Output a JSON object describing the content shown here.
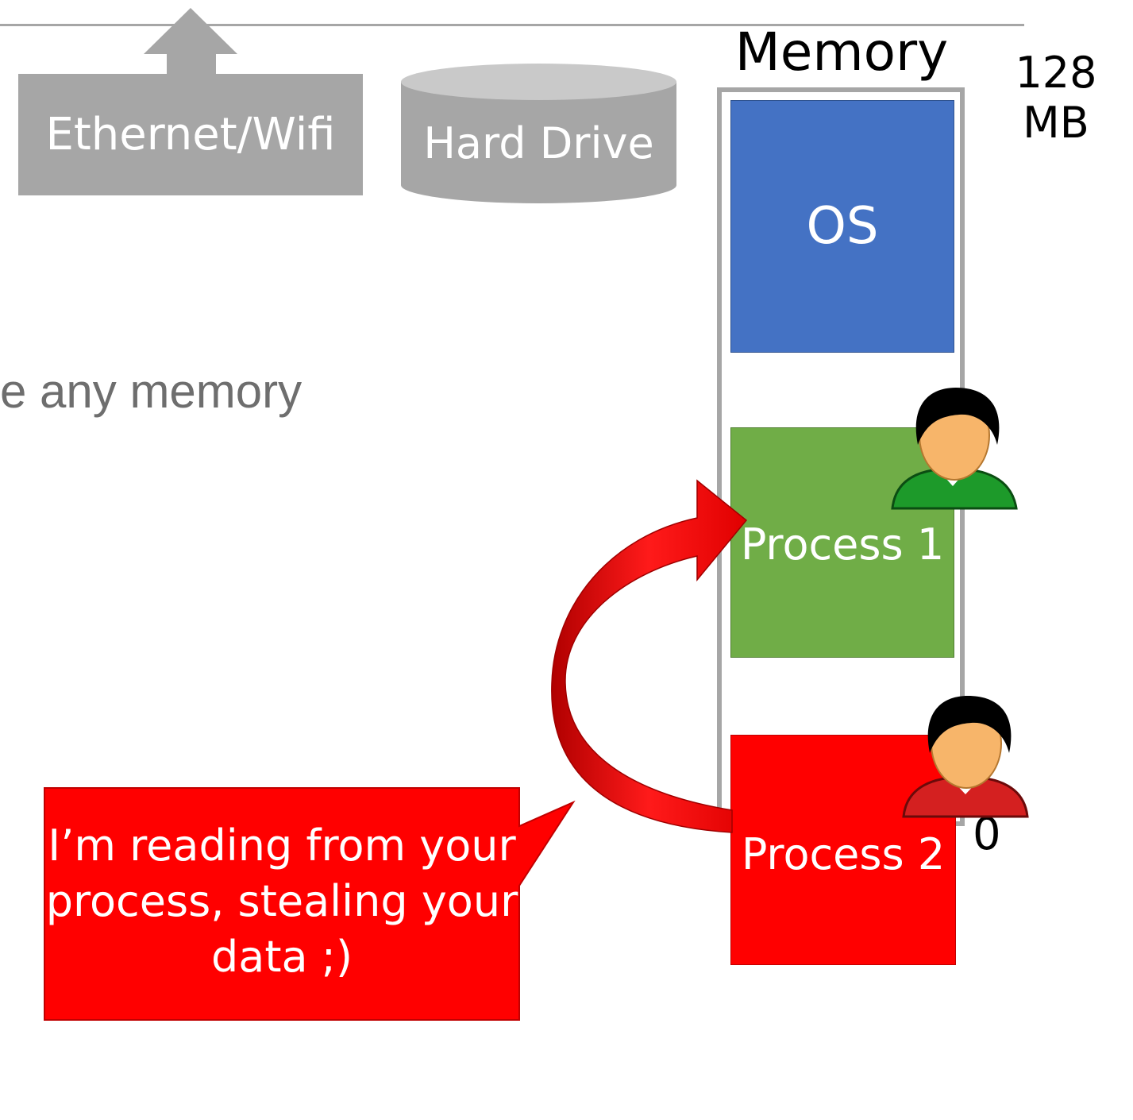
{
  "network_device": {
    "label": "Ethernet/Wifi"
  },
  "storage_device": {
    "label": "Hard Drive"
  },
  "background_text": "e any memory",
  "memory": {
    "title": "Memory",
    "top_address": "128 MB",
    "bottom_address": "0",
    "regions": {
      "os": "OS",
      "process1": "Process 1",
      "process2": "Process 2"
    }
  },
  "callout": {
    "lines": [
      "I’m reading from your",
      "process, stealing your",
      "data ;)"
    ]
  },
  "colors": {
    "os": "#4472c4",
    "process1": "#70ad47",
    "process2": "#ff0000",
    "device_gray": "#a6a6a6",
    "arrow_red": "#e60000"
  },
  "icons": {
    "process1_user": "user-green-shirt-icon",
    "process2_user": "user-red-shirt-icon",
    "network_arrow": "up-arrow-icon",
    "storage": "cylinder-icon",
    "attack_arrow": "curved-arrow-icon"
  }
}
